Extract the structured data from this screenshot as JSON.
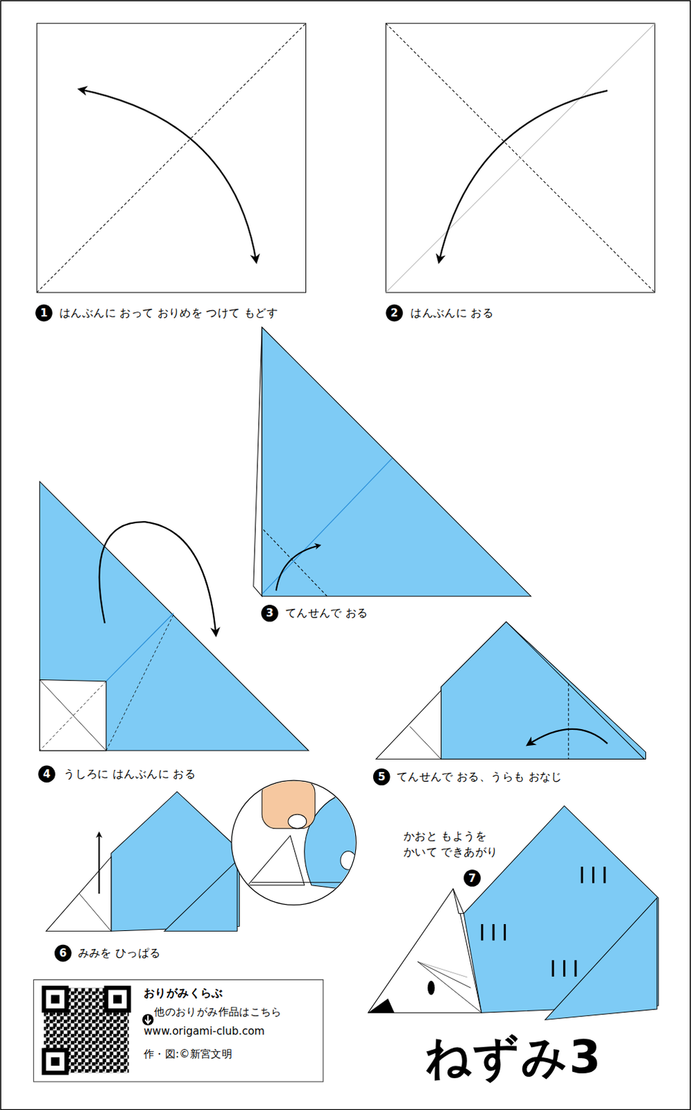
{
  "diagram": {
    "title": "ねずみ3",
    "nodes": [
      {
        "text": [
          "おりがみくらぶ",
          "他のおりがみ作品はこちら",
          "www.origami-club.com",
          "作・図:©新宮文明"
        ]
      }
    ],
    "labels": [
      "1",
      "はんぶんに おって おりめを つけて もどす",
      "2",
      "はんぶんに おる",
      "3",
      "てんせんで おる",
      "4",
      "うしろに はんぶんに おる",
      "5",
      "てんせんで おる、うらも おなじ",
      "6",
      "みみを ひっぱる",
      "7",
      "かおと もようを かいて できあがり"
    ]
  }
}
